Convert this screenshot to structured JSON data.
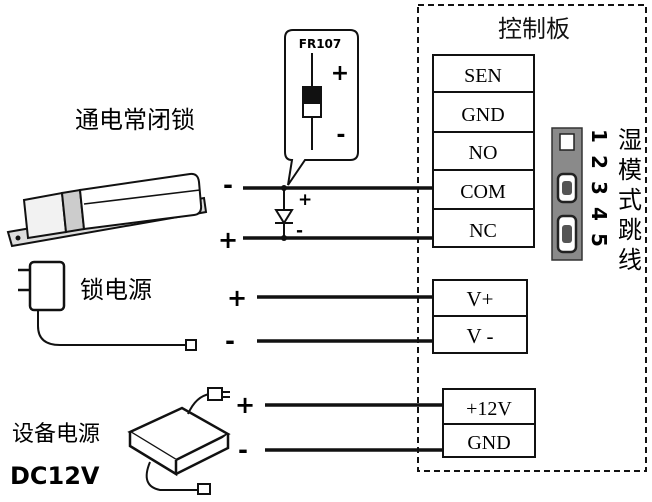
{
  "panel": {
    "title": "控制板",
    "terminals": [
      "SEN",
      "GND",
      "NO",
      "COM",
      "NC"
    ],
    "power_terminals": [
      "V+",
      "V -"
    ],
    "supply_terminals": [
      "+12V",
      "GND"
    ]
  },
  "jumper": {
    "numbers": [
      "1",
      "2",
      "3",
      "4",
      "5"
    ],
    "label_chars": [
      "湿",
      "模",
      "式",
      "跳",
      "线"
    ]
  },
  "diode": {
    "model": "FR107",
    "plus": "+",
    "minus": "-"
  },
  "lock": {
    "label": "通电常闭锁",
    "minus_sign": "-",
    "plus_sign": "+"
  },
  "lock_power": {
    "label": "锁电源",
    "plus_sign": "+",
    "minus_sign": "-"
  },
  "device_power": {
    "label": "设备电源",
    "voltage": "DC12V",
    "plus_sign": "+",
    "minus_sign": "-"
  }
}
